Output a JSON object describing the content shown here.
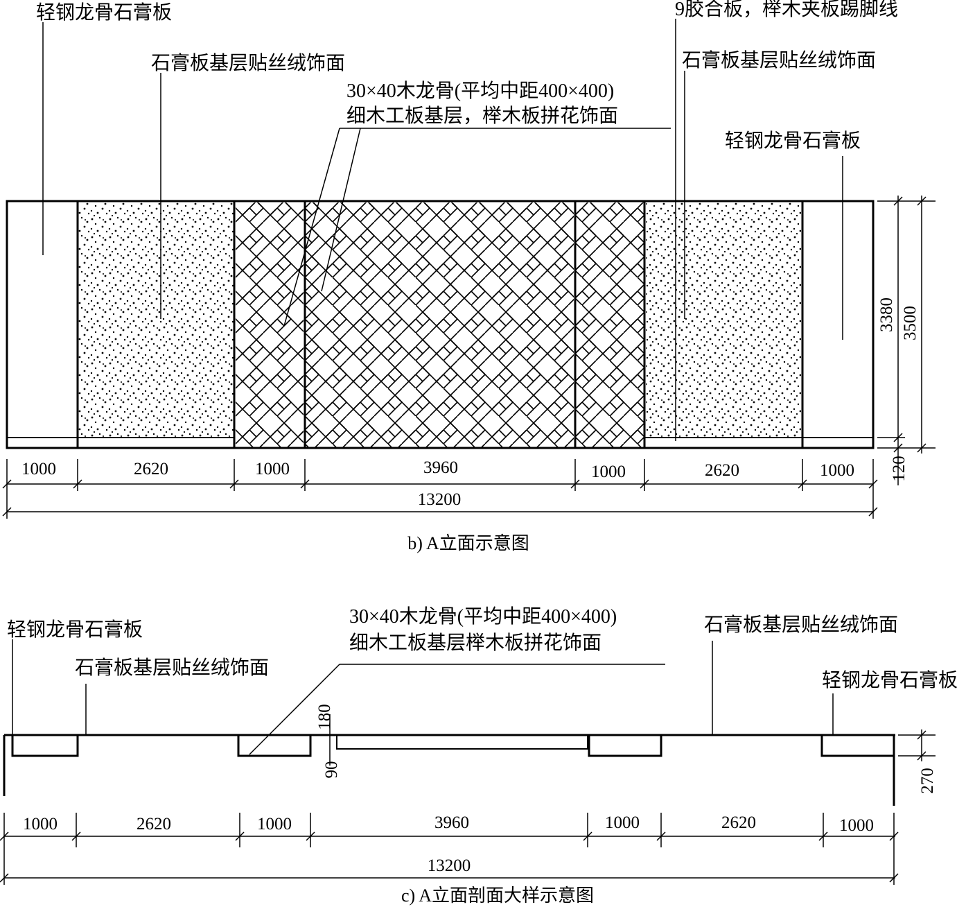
{
  "elevation": {
    "caption": "b) A立面示意图",
    "labels": {
      "top_left_board": "轻钢龙骨石膏板",
      "left_velvet": "石膏板基层贴丝绒饰面",
      "keel_line1": "30×40木龙骨(平均中距400×400)",
      "keel_line2": "细木工板基层，榉木板拼花饰面",
      "plywood_skirting": "9胶合板，榉木夹板踢脚线",
      "right_velvet": "石膏板基层贴丝绒饰面",
      "right_board": "轻钢龙骨石膏板"
    },
    "widths": [
      "1000",
      "2620",
      "1000",
      "3960",
      "1000",
      "2620",
      "1000"
    ],
    "total": "13200",
    "heights": {
      "inner": "3380",
      "outer": "3500",
      "skirting": "120"
    }
  },
  "section": {
    "caption": "c) A立面剖面大样示意图",
    "labels": {
      "left_board": "轻钢龙骨石膏板",
      "left_velvet": "石膏板基层贴丝绒饰面",
      "keel_line1": "30×40木龙骨(平均中距400×400)",
      "keel_line2": "细木工板基层榉木板拼花饰面",
      "right_velvet": "石膏板基层贴丝绒饰面",
      "right_board": "轻钢龙骨石膏板"
    },
    "widths": [
      "1000",
      "2620",
      "1000",
      "3960",
      "1000",
      "2620",
      "1000"
    ],
    "total": "13200",
    "thickness": {
      "outer": "270",
      "d180": "180",
      "d90": "90"
    }
  }
}
